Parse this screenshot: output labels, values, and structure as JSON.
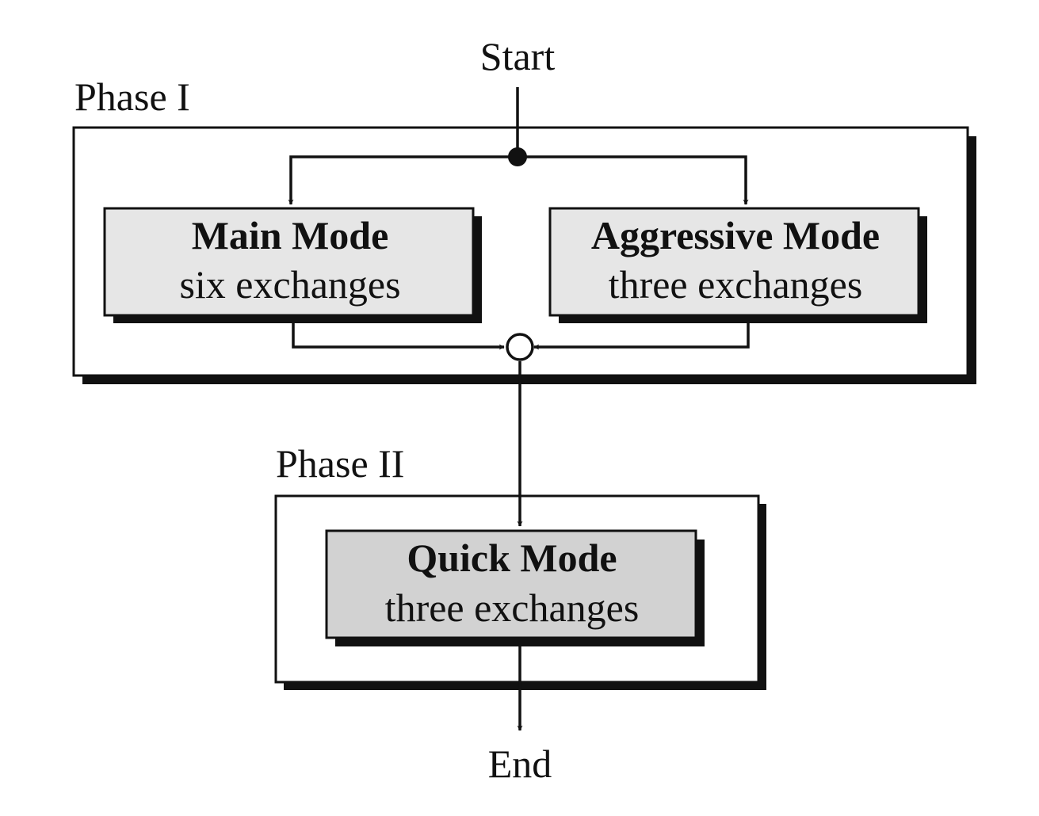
{
  "labels": {
    "start": "Start",
    "end": "End",
    "phase1": "Phase I",
    "phase2": "Phase II"
  },
  "modes": {
    "main": {
      "title": "Main Mode",
      "subtitle": "six exchanges"
    },
    "aggressive": {
      "title": "Aggressive Mode",
      "subtitle": "three exchanges"
    },
    "quick": {
      "title": "Quick Mode",
      "subtitle": "three exchanges"
    }
  },
  "colors": {
    "line": "#111111",
    "phase_box_fill": "#ffffff",
    "mode_box_fill": "#e6e6e6",
    "quick_box_fill": "#d2d2d2",
    "shadow": "#111111"
  }
}
